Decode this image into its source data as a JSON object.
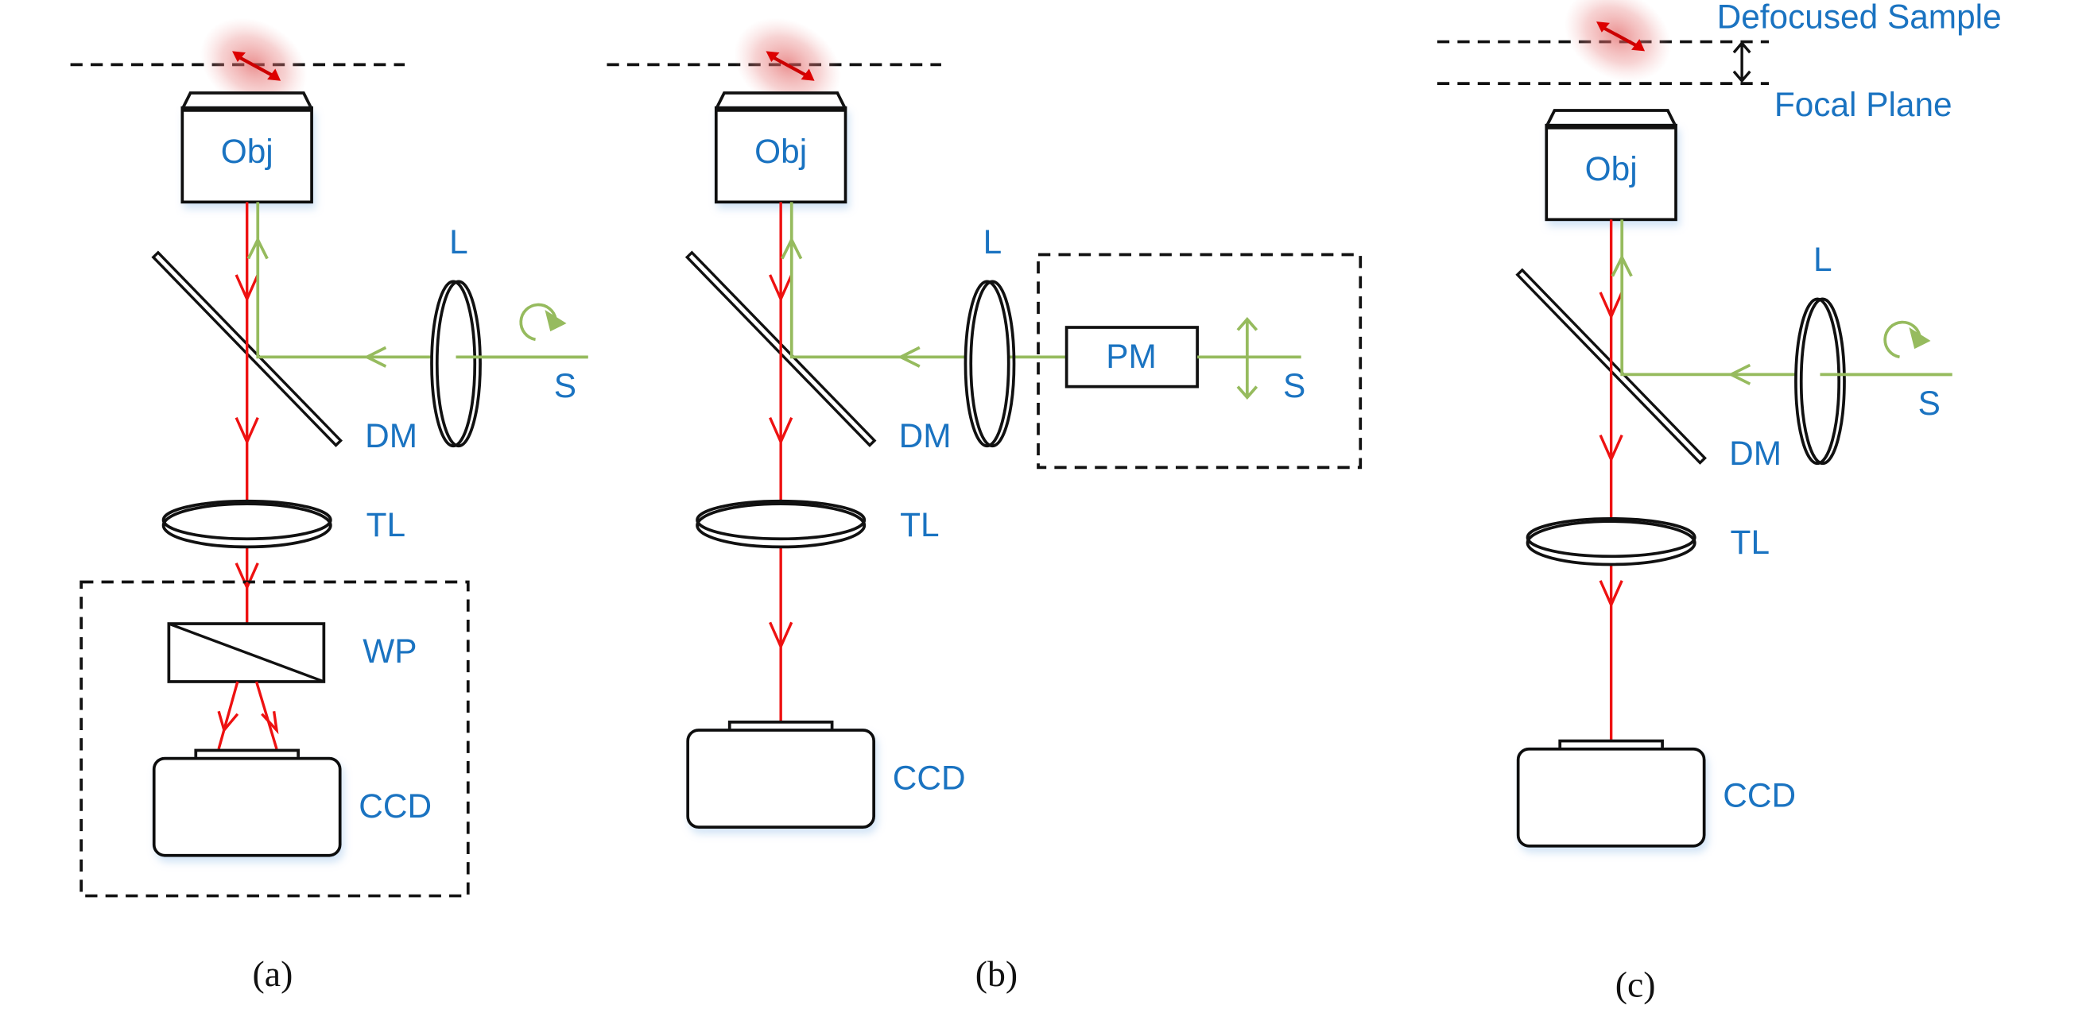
{
  "figure": {
    "colors": {
      "label": "#1a73c1",
      "emission": "#ee1111",
      "excitation": "#96bb5e",
      "outline": "#111111"
    },
    "panels": [
      {
        "caption": "(a)",
        "labels": {
          "objective": "Obj",
          "lens": "L",
          "source": "S",
          "dichroic": "DM",
          "tube_lens": "TL",
          "wollaston": "WP",
          "camera": "CCD"
        },
        "source_polarization": "circular"
      },
      {
        "caption": "(b)",
        "labels": {
          "objective": "Obj",
          "lens": "L",
          "source": "S",
          "dichroic": "DM",
          "tube_lens": "TL",
          "modulator": "PM",
          "camera": "CCD"
        },
        "source_polarization": "linear"
      },
      {
        "caption": "(c)",
        "labels": {
          "objective": "Obj",
          "lens": "L",
          "source": "S",
          "dichroic": "DM",
          "tube_lens": "TL",
          "camera": "CCD",
          "defocused": "Defocused Sample",
          "focal_plane": "Focal Plane"
        },
        "source_polarization": "circular"
      }
    ]
  }
}
